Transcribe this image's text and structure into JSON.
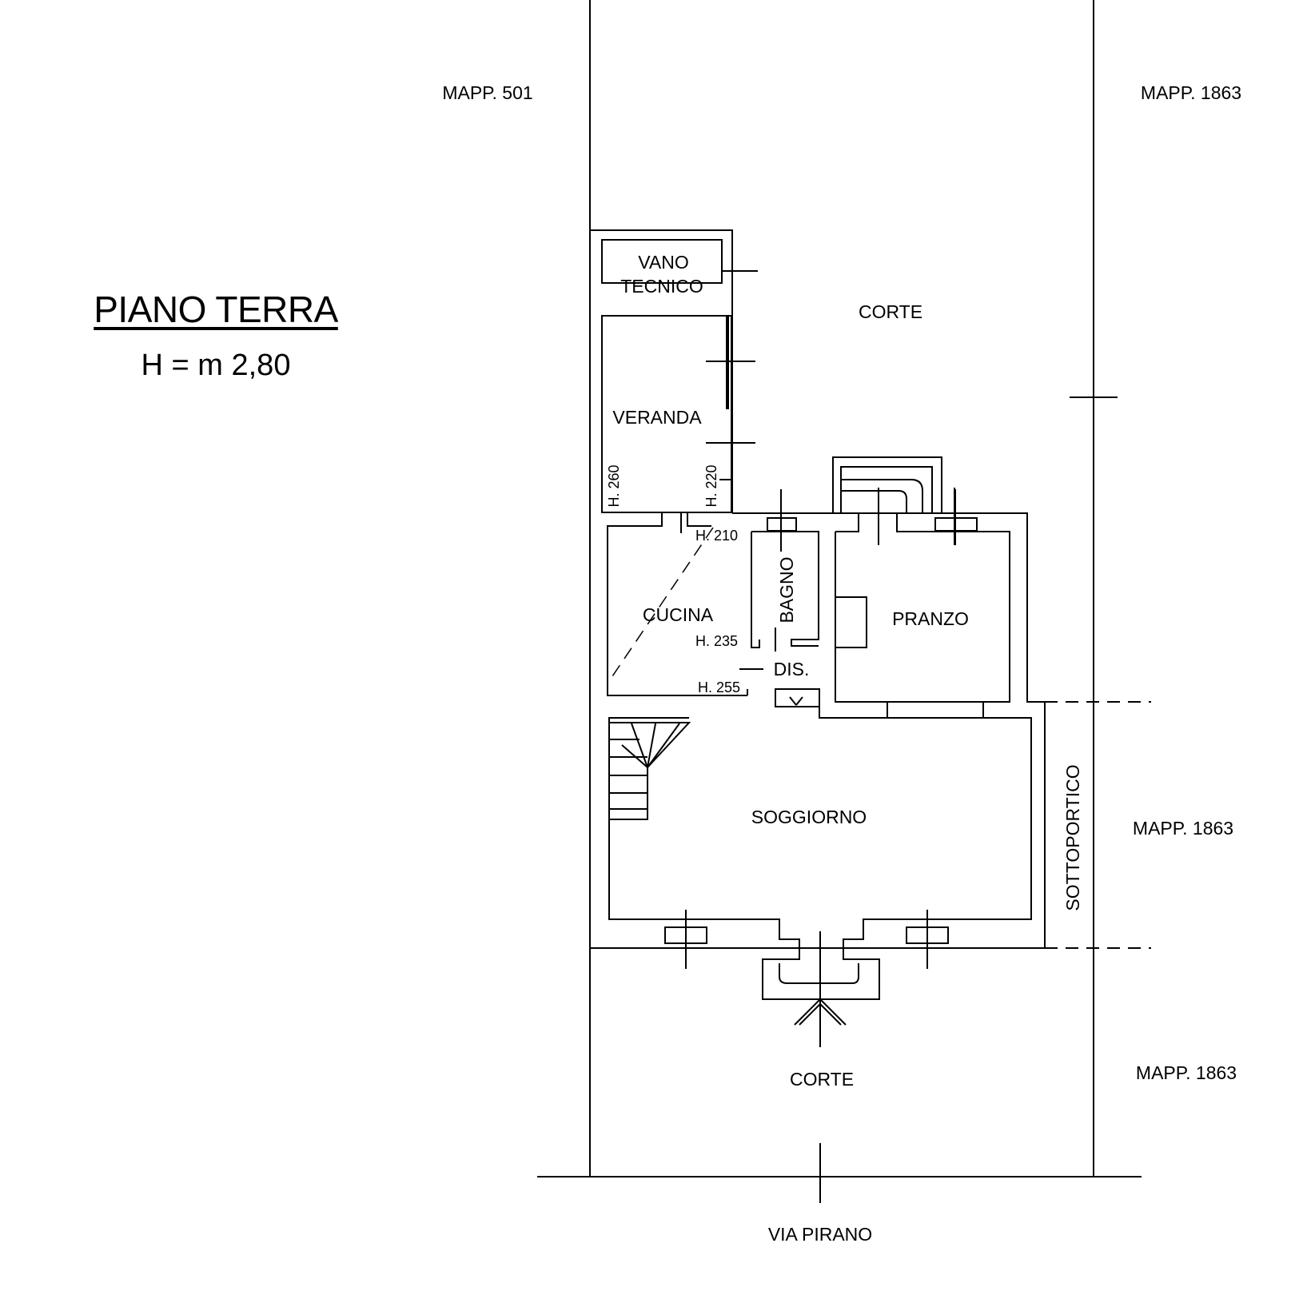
{
  "title": "PIANO TERRA",
  "height_note": "H = m 2,80",
  "rooms": {
    "vano_line1": "VANO",
    "vano_line2": "TECNICO",
    "veranda": "VERANDA",
    "cucina": "CUCINA",
    "bagno": "BAGNO",
    "pranzo": "PRANZO",
    "dis": "DIS.",
    "soggiorno": "SOGGIORNO",
    "sottoportico": "SOTTOPORTICO",
    "corte_north": "CORTE",
    "corte_south": "CORTE"
  },
  "heights": {
    "h260": "H. 260",
    "h220": "H. 220",
    "h210": "H. 210",
    "h235": "H. 235",
    "h255": "H. 255"
  },
  "parcels": {
    "west_top": "MAPP. 501",
    "east_top": "MAPP. 1863",
    "east_mid": "MAPP. 1863",
    "east_bottom": "MAPP. 1863"
  },
  "street": "VIA PIRANO"
}
